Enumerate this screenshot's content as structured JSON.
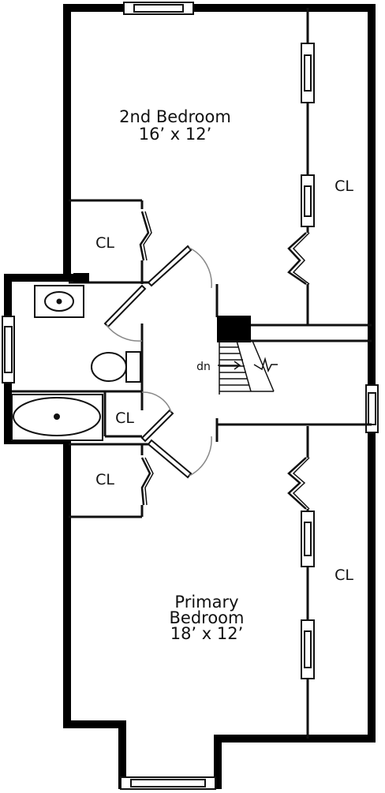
{
  "rooms": {
    "second_bedroom": {
      "name": "2nd Bedroom",
      "size": "16’ x 12’"
    },
    "primary_bedroom": {
      "name_line1": "Primary",
      "name_line2": "Bedroom",
      "size": "18’ x 12’"
    }
  },
  "closets": {
    "upper_left": "CL",
    "upper_right": "CL",
    "bath": "CL",
    "lower_left": "CL",
    "lower_right": "CL"
  },
  "stairs": {
    "label": "dn"
  },
  "colors": {
    "wall": "#000000",
    "line": "#111111",
    "door_arc": "#888888",
    "background": "#ffffff"
  }
}
